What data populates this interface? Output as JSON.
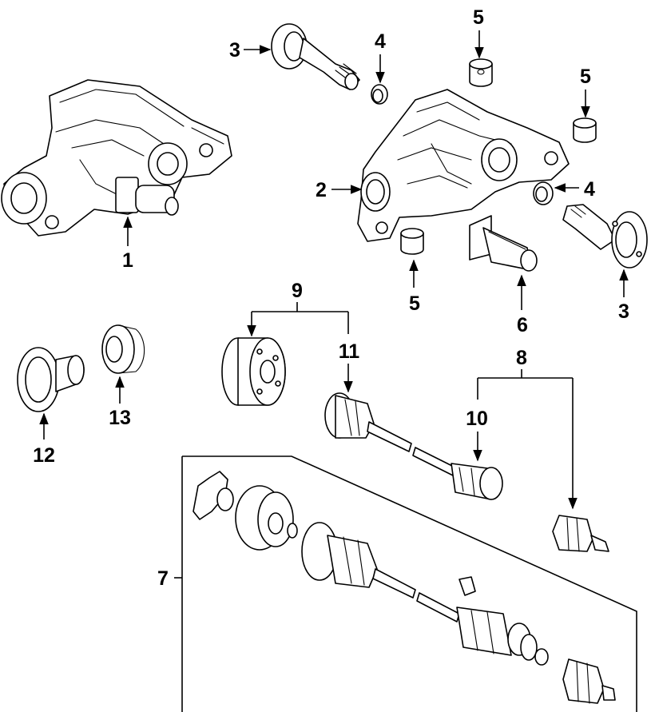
{
  "callouts": {
    "c1": "1",
    "c2": "2",
    "c3a": "3",
    "c3b": "3",
    "c4a": "4",
    "c4b": "4",
    "c5a": "5",
    "c5b": "5",
    "c5c": "5",
    "c6": "6",
    "c7": "7",
    "c8": "8",
    "c9": "9",
    "c10": "10",
    "c11": "11",
    "c12": "12",
    "c13": "13"
  }
}
